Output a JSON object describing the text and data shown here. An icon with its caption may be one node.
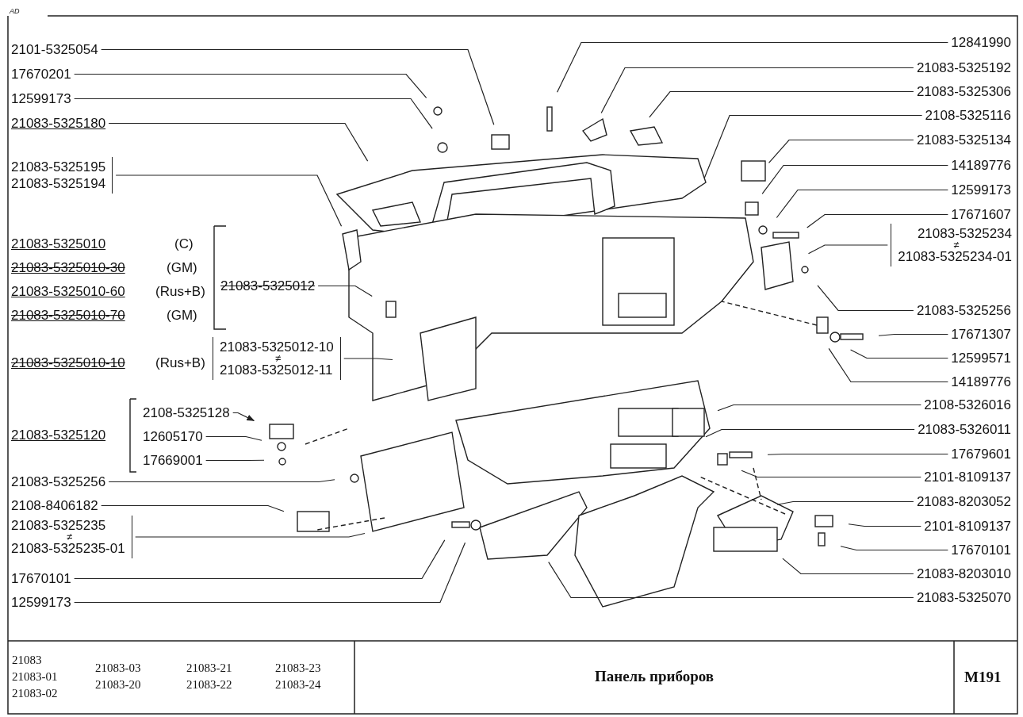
{
  "diagram": {
    "title": "Панель приборов",
    "nodes": [
      {
        "text": [
          "2101-5325054"
        ]
      },
      {
        "text": [
          "17670201"
        ]
      },
      {
        "text": [
          "12599173"
        ]
      },
      {
        "text": [
          "21083-5325180"
        ]
      },
      {
        "text": [
          "21083-5325195",
          "21083-5325194"
        ]
      },
      {
        "text": [
          "21083-5325012"
        ]
      },
      {
        "text": [
          "21083-5325012-10",
          "≠",
          "21083-5325012-11"
        ]
      },
      {
        "text": [
          "2108-5325128"
        ]
      },
      {
        "text": [
          "12605170"
        ]
      },
      {
        "text": [
          "17669001"
        ]
      },
      {
        "text": [
          "21083-5325256"
        ]
      },
      {
        "text": [
          "2108-8406182"
        ]
      },
      {
        "text": [
          "21083-5325235",
          "≠",
          "21083-5325235-01"
        ]
      },
      {
        "text": [
          "17670101"
        ]
      },
      {
        "text": [
          "12599173"
        ]
      },
      {
        "text": [
          "12841990"
        ]
      },
      {
        "text": [
          "21083-5325192"
        ]
      },
      {
        "text": [
          "21083-5325306"
        ]
      },
      {
        "text": [
          "2108-5325116"
        ]
      },
      {
        "text": [
          "21083-5325134"
        ]
      },
      {
        "text": [
          "14189776"
        ]
      },
      {
        "text": [
          "12599173"
        ]
      },
      {
        "text": [
          "17671607"
        ]
      },
      {
        "text": [
          "21083-5325234",
          "≠",
          "21083-5325234-01"
        ]
      },
      {
        "text": [
          "21083-5325256"
        ]
      },
      {
        "text": [
          "17671307"
        ]
      },
      {
        "text": [
          "12599571"
        ]
      },
      {
        "text": [
          "14189776"
        ]
      },
      {
        "text": [
          "2108-5326016"
        ]
      },
      {
        "text": [
          "21083-5326011"
        ]
      },
      {
        "text": [
          "17679601"
        ]
      },
      {
        "text": [
          "2101-8109137"
        ]
      },
      {
        "text": [
          "21083-8203052"
        ]
      },
      {
        "text": [
          "2101-8109137"
        ]
      },
      {
        "text": [
          "17670101"
        ]
      },
      {
        "text": [
          "21083-8203010"
        ]
      },
      {
        "text": [
          "21083-5325070"
        ]
      }
    ],
    "edges": [
      {
        "from": 0,
        "to": null,
        "arrow": "none"
      },
      {
        "from": 1,
        "to": null,
        "arrow": "none"
      },
      {
        "from": 2,
        "to": null,
        "arrow": "none"
      },
      {
        "from": 3,
        "to": null,
        "arrow": "none"
      },
      {
        "from": 4,
        "to": null,
        "arrow": "none"
      },
      {
        "from": 5,
        "to": null,
        "arrow": "none"
      },
      {
        "from": 6,
        "to": null,
        "arrow": "none"
      },
      {
        "from": 7,
        "to": null,
        "arrow": "to"
      },
      {
        "from": 8,
        "to": null,
        "arrow": "none"
      },
      {
        "from": 9,
        "to": null,
        "arrow": "none"
      },
      {
        "from": 10,
        "to": null,
        "arrow": "none"
      },
      {
        "from": 11,
        "to": null,
        "arrow": "none"
      },
      {
        "from": 12,
        "to": null,
        "arrow": "none"
      },
      {
        "from": 13,
        "to": null,
        "arrow": "none"
      },
      {
        "from": 14,
        "to": null,
        "arrow": "none"
      },
      {
        "from": 15,
        "to": null,
        "arrow": "none"
      },
      {
        "from": 16,
        "to": null,
        "arrow": "none"
      },
      {
        "from": 17,
        "to": null,
        "arrow": "none"
      },
      {
        "from": 18,
        "to": null,
        "arrow": "none"
      },
      {
        "from": 19,
        "to": null,
        "arrow": "none"
      },
      {
        "from": 20,
        "to": null,
        "arrow": "none"
      },
      {
        "from": 21,
        "to": null,
        "arrow": "none"
      },
      {
        "from": 22,
        "to": null,
        "arrow": "none"
      },
      {
        "from": 23,
        "to": null,
        "arrow": "none"
      },
      {
        "from": 24,
        "to": null,
        "arrow": "none"
      },
      {
        "from": 25,
        "to": null,
        "arrow": "none"
      },
      {
        "from": 26,
        "to": null,
        "arrow": "none"
      },
      {
        "from": 27,
        "to": null,
        "arrow": "none"
      },
      {
        "from": 28,
        "to": null,
        "arrow": "none"
      },
      {
        "from": 29,
        "to": null,
        "arrow": "none"
      },
      {
        "from": 30,
        "to": null,
        "arrow": "none"
      },
      {
        "from": 31,
        "to": null,
        "arrow": "none"
      },
      {
        "from": 32,
        "to": null,
        "arrow": "none"
      },
      {
        "from": 33,
        "to": null,
        "arrow": "none"
      },
      {
        "from": 34,
        "to": null,
        "arrow": "none"
      },
      {
        "from": 35,
        "to": null,
        "arrow": "none"
      },
      {
        "from": 36,
        "to": null,
        "arrow": "none"
      }
    ],
    "labels": [
      "AD",
      "21083-5325010",
      "(C)",
      "21083-5325010-30",
      "(GM)",
      "21083-5325010-60",
      "(Rus+B)",
      "21083-5325010-70",
      "(GM)",
      "21083-5325010-10",
      "(Rus+B)",
      "21083-5325120",
      "21083",
      "21083-01",
      "21083-02",
      "21083-03",
      "21083-20",
      "21083-21",
      "21083-22",
      "21083-23",
      "21083-24",
      "M191"
    ]
  }
}
